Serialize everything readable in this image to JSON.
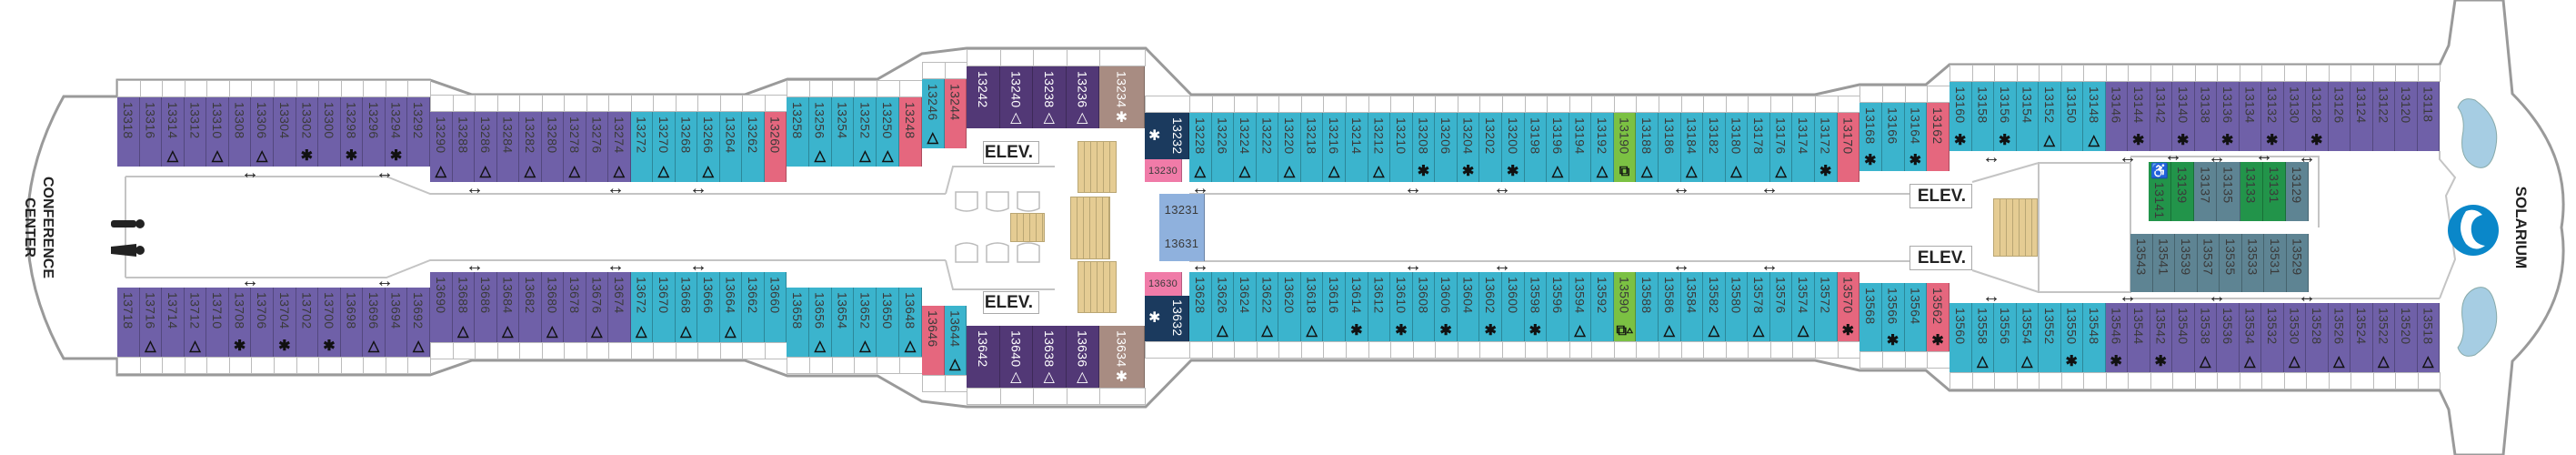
{
  "colors": {
    "p": "#6f60a8",
    "c": "#3bb4cd",
    "r": "#e5677e",
    "d": "#523876",
    "b": "#a88c82",
    "n": "#1b3a5e",
    "k": "#f07ba8",
    "l": "#8fb1dd",
    "g": "#7bc143",
    "G": "#22944a",
    "s": "#5e8493",
    "stairs": "#e5cc93",
    "pool": "#a6cde3",
    "logo": "#0a87c9"
  },
  "labels": {
    "conference_1": "CONFERENCE",
    "conference_2": "CENTER",
    "elev": [
      "ELEV.",
      "ELEV.",
      "ELEV.",
      "ELEV."
    ],
    "solarium": "SOLARIUM"
  },
  "deck": {
    "tA": {
      "cabins": [
        [
          "13318",
          "p",
          ""
        ],
        [
          "13316",
          "p",
          ""
        ],
        [
          "13314",
          "p",
          "t"
        ],
        [
          "13312",
          "p",
          ""
        ],
        [
          "13310",
          "p",
          "t"
        ],
        [
          "13308",
          "p",
          ""
        ],
        [
          "13306",
          "p",
          "t"
        ],
        [
          "13304",
          "p",
          ""
        ],
        [
          "13302",
          "p",
          "a"
        ],
        [
          "13300",
          "p",
          ""
        ],
        [
          "13298",
          "p",
          "a"
        ],
        [
          "13296",
          "p",
          ""
        ],
        [
          "13294",
          "p",
          "a"
        ],
        [
          "13292",
          "p",
          ""
        ]
      ]
    },
    "tB": {
      "cabins": [
        [
          "13290",
          "p",
          "t"
        ],
        [
          "13288",
          "p",
          ""
        ],
        [
          "13286",
          "p",
          "t"
        ],
        [
          "13284",
          "p",
          ""
        ],
        [
          "13282",
          "p",
          "t"
        ],
        [
          "13280",
          "p",
          ""
        ],
        [
          "13278",
          "p",
          "t"
        ],
        [
          "13276",
          "p",
          ""
        ],
        [
          "13274",
          "p",
          "t"
        ],
        [
          "13272",
          "c",
          ""
        ],
        [
          "13270",
          "c",
          "t"
        ],
        [
          "13268",
          "c",
          ""
        ],
        [
          "13266",
          "c",
          "t"
        ],
        [
          "13264",
          "c",
          ""
        ],
        [
          "13262",
          "c",
          ""
        ],
        [
          "13260",
          "r",
          ""
        ]
      ]
    },
    "tC": {
      "cabins": [
        [
          "13258",
          "c",
          ""
        ],
        [
          "13256",
          "c",
          "t"
        ],
        [
          "13254",
          "c",
          ""
        ],
        [
          "13252",
          "c",
          "t"
        ],
        [
          "13250",
          "c",
          "t"
        ],
        [
          "13248",
          "r",
          ""
        ]
      ]
    },
    "tD": {
      "cabins": [
        [
          "13246",
          "c",
          "t"
        ],
        [
          "13244",
          "r",
          ""
        ]
      ]
    },
    "tE": {
      "cabins": [
        [
          "13242",
          "d",
          ""
        ],
        [
          "13240",
          "d",
          "t"
        ],
        [
          "13238",
          "d",
          "t"
        ],
        [
          "13236",
          "d",
          "t"
        ],
        [
          "13234",
          "b",
          "a"
        ]
      ]
    },
    "tF": {
      "cabins": [
        [
          "13232",
          "n",
          "a"
        ],
        [
          "13230",
          "k",
          ""
        ]
      ]
    },
    "tG": {
      "cabins": [
        [
          "13228",
          "c",
          "t"
        ],
        [
          "13226",
          "c",
          ""
        ],
        [
          "13224",
          "c",
          "t"
        ],
        [
          "13222",
          "c",
          ""
        ],
        [
          "13220",
          "c",
          "t"
        ],
        [
          "13218",
          "c",
          ""
        ],
        [
          "13216",
          "c",
          "t"
        ],
        [
          "13214",
          "c",
          ""
        ],
        [
          "13212",
          "c",
          "t"
        ],
        [
          "13210",
          "c",
          ""
        ],
        [
          "13208",
          "c",
          "a"
        ],
        [
          "13206",
          "c",
          ""
        ],
        [
          "13204",
          "c",
          "a"
        ],
        [
          "13202",
          "c",
          ""
        ],
        [
          "13200",
          "c",
          "a"
        ],
        [
          "13198",
          "c",
          ""
        ],
        [
          "13196",
          "c",
          "t"
        ],
        [
          "13194",
          "c",
          ""
        ],
        [
          "13192",
          "c",
          "t"
        ],
        [
          "13190",
          "g",
          "q"
        ],
        [
          "13188",
          "c",
          "t"
        ],
        [
          "13186",
          "c",
          ""
        ],
        [
          "13184",
          "c",
          "t"
        ],
        [
          "13182",
          "c",
          ""
        ],
        [
          "13180",
          "c",
          "t"
        ],
        [
          "13178",
          "c",
          ""
        ],
        [
          "13176",
          "c",
          "t"
        ],
        [
          "13174",
          "c",
          ""
        ],
        [
          "13172",
          "c",
          "a"
        ],
        [
          "13170",
          "r",
          ""
        ]
      ]
    },
    "tH": {
      "cabins": [
        [
          "13168",
          "c",
          "a"
        ],
        [
          "13166",
          "c",
          ""
        ],
        [
          "13164",
          "c",
          "a"
        ],
        [
          "13162",
          "r",
          ""
        ]
      ]
    },
    "tI": {
      "cabins": [
        [
          "13160",
          "c",
          "a"
        ],
        [
          "13158",
          "c",
          ""
        ],
        [
          "13156",
          "c",
          "a"
        ],
        [
          "13154",
          "c",
          ""
        ],
        [
          "13152",
          "c",
          "t"
        ],
        [
          "13150",
          "c",
          ""
        ],
        [
          "13148",
          "c",
          "t"
        ],
        [
          "13146",
          "p",
          ""
        ],
        [
          "13144",
          "p",
          "a"
        ],
        [
          "13142",
          "p",
          ""
        ],
        [
          "13140",
          "p",
          "a"
        ],
        [
          "13138",
          "p",
          ""
        ],
        [
          "13136",
          "p",
          "a"
        ],
        [
          "13134",
          "p",
          ""
        ],
        [
          "13132",
          "p",
          "a"
        ],
        [
          "13130",
          "p",
          ""
        ],
        [
          "13128",
          "p",
          "a"
        ],
        [
          "13126",
          "p",
          ""
        ],
        [
          "13124",
          "p",
          ""
        ],
        [
          "13122",
          "p",
          ""
        ],
        [
          "13120",
          "p",
          ""
        ],
        [
          "13118",
          "p",
          ""
        ]
      ]
    },
    "bA": {
      "cabins": [
        [
          "13718",
          "p",
          ""
        ],
        [
          "13716",
          "p",
          "t"
        ],
        [
          "13714",
          "p",
          ""
        ],
        [
          "13712",
          "p",
          "t"
        ],
        [
          "13710",
          "p",
          ""
        ],
        [
          "13708",
          "p",
          "a"
        ],
        [
          "13706",
          "p",
          ""
        ],
        [
          "13704",
          "p",
          "a"
        ],
        [
          "13702",
          "p",
          ""
        ],
        [
          "13700",
          "p",
          "a"
        ],
        [
          "13698",
          "p",
          ""
        ],
        [
          "13696",
          "p",
          "t"
        ],
        [
          "13694",
          "p",
          ""
        ],
        [
          "13692",
          "p",
          "t"
        ]
      ]
    },
    "bB": {
      "cabins": [
        [
          "13690",
          "p",
          ""
        ],
        [
          "13688",
          "p",
          "t"
        ],
        [
          "13686",
          "p",
          ""
        ],
        [
          "13684",
          "p",
          "t"
        ],
        [
          "13682",
          "p",
          ""
        ],
        [
          "13680",
          "p",
          "t"
        ],
        [
          "13678",
          "p",
          ""
        ],
        [
          "13676",
          "p",
          "t"
        ],
        [
          "13674",
          "p",
          ""
        ],
        [
          "13672",
          "c",
          "t"
        ],
        [
          "13670",
          "c",
          ""
        ],
        [
          "13668",
          "c",
          "t"
        ],
        [
          "13666",
          "c",
          ""
        ],
        [
          "13664",
          "c",
          "t"
        ],
        [
          "13662",
          "c",
          ""
        ],
        [
          "13660",
          "c",
          ""
        ]
      ]
    },
    "bC": {
      "cabins": [
        [
          "13658",
          "c",
          ""
        ],
        [
          "13656",
          "c",
          "t"
        ],
        [
          "13654",
          "c",
          ""
        ],
        [
          "13652",
          "c",
          "t"
        ],
        [
          "13650",
          "c",
          ""
        ],
        [
          "13648",
          "c",
          "t"
        ]
      ]
    },
    "bD": {
      "cabins": [
        [
          "13646",
          "r",
          ""
        ],
        [
          "13644",
          "c",
          "t"
        ]
      ]
    },
    "bE": {
      "cabins": [
        [
          "13642",
          "d",
          ""
        ],
        [
          "13640",
          "d",
          "t"
        ],
        [
          "13638",
          "d",
          "t"
        ],
        [
          "13636",
          "d",
          "t"
        ],
        [
          "13634",
          "b",
          "a"
        ]
      ]
    },
    "bF": {
      "cabins": [
        [
          "13632",
          "n",
          "a"
        ],
        [
          "13630",
          "k",
          ""
        ]
      ]
    },
    "bG": {
      "cabins": [
        [
          "13628",
          "c",
          ""
        ],
        [
          "13626",
          "c",
          "t"
        ],
        [
          "13624",
          "c",
          ""
        ],
        [
          "13622",
          "c",
          "t"
        ],
        [
          "13620",
          "c",
          ""
        ],
        [
          "13618",
          "c",
          "t"
        ],
        [
          "13616",
          "c",
          ""
        ],
        [
          "13614",
          "c",
          "a"
        ],
        [
          "13612",
          "c",
          ""
        ],
        [
          "13610",
          "c",
          "a"
        ],
        [
          "13608",
          "c",
          ""
        ],
        [
          "13606",
          "c",
          "a"
        ],
        [
          "13604",
          "c",
          ""
        ],
        [
          "13602",
          "c",
          "a"
        ],
        [
          "13600",
          "c",
          ""
        ],
        [
          "13598",
          "c",
          "a"
        ],
        [
          "13596",
          "c",
          ""
        ],
        [
          "13594",
          "c",
          "t"
        ],
        [
          "13592",
          "c",
          ""
        ],
        [
          "13590",
          "g",
          "qt"
        ],
        [
          "13588",
          "c",
          ""
        ],
        [
          "13586",
          "c",
          "t"
        ],
        [
          "13584",
          "c",
          ""
        ],
        [
          "13582",
          "c",
          "t"
        ],
        [
          "13580",
          "c",
          ""
        ],
        [
          "13578",
          "c",
          "t"
        ],
        [
          "13576",
          "c",
          ""
        ],
        [
          "13574",
          "c",
          "t"
        ],
        [
          "13572",
          "c",
          ""
        ],
        [
          "13570",
          "r",
          "a"
        ]
      ]
    },
    "bH": {
      "cabins": [
        [
          "13568",
          "c",
          ""
        ],
        [
          "13566",
          "c",
          "a"
        ],
        [
          "13564",
          "c",
          ""
        ],
        [
          "13562",
          "r",
          "a"
        ]
      ]
    },
    "bI": {
      "cabins": [
        [
          "13560",
          "c",
          ""
        ],
        [
          "13558",
          "c",
          "t"
        ],
        [
          "13556",
          "c",
          ""
        ],
        [
          "13554",
          "c",
          "t"
        ],
        [
          "13552",
          "c",
          ""
        ],
        [
          "13550",
          "c",
          "a"
        ],
        [
          "13548",
          "c",
          ""
        ],
        [
          "13546",
          "p",
          "a"
        ],
        [
          "13544",
          "p",
          ""
        ],
        [
          "13542",
          "p",
          "a"
        ],
        [
          "13540",
          "p",
          ""
        ],
        [
          "13538",
          "p",
          "t"
        ],
        [
          "13536",
          "p",
          ""
        ],
        [
          "13534",
          "p",
          "t"
        ],
        [
          "13532",
          "p",
          ""
        ],
        [
          "13530",
          "p",
          "t"
        ],
        [
          "13528",
          "p",
          ""
        ],
        [
          "13526",
          "p",
          "t"
        ],
        [
          "13524",
          "p",
          ""
        ],
        [
          "13522",
          "p",
          "t"
        ],
        [
          "13520",
          "p",
          ""
        ],
        [
          "13518",
          "p",
          "t"
        ]
      ]
    },
    "cM": {
      "cabins": [
        [
          "13231",
          "l",
          ""
        ],
        [
          "13631",
          "l",
          ""
        ]
      ]
    },
    "iT": {
      "cabins": [
        [
          "13141",
          "G",
          "w"
        ],
        [
          "13139",
          "G",
          ""
        ],
        [
          "13137",
          "s",
          ""
        ],
        [
          "13135",
          "s",
          ""
        ],
        [
          "13133",
          "G",
          ""
        ],
        [
          "13131",
          "G",
          ""
        ],
        [
          "13129",
          "s",
          ""
        ]
      ]
    },
    "iB": {
      "cabins": [
        [
          "13543",
          "s",
          ""
        ],
        [
          "13541",
          "s",
          ""
        ],
        [
          "13539",
          "s",
          ""
        ],
        [
          "13537",
          "s",
          ""
        ],
        [
          "13535",
          "s",
          ""
        ],
        [
          "13533",
          "s",
          ""
        ],
        [
          "13531",
          "s",
          ""
        ],
        [
          "13529",
          "s",
          ""
        ]
      ]
    }
  }
}
